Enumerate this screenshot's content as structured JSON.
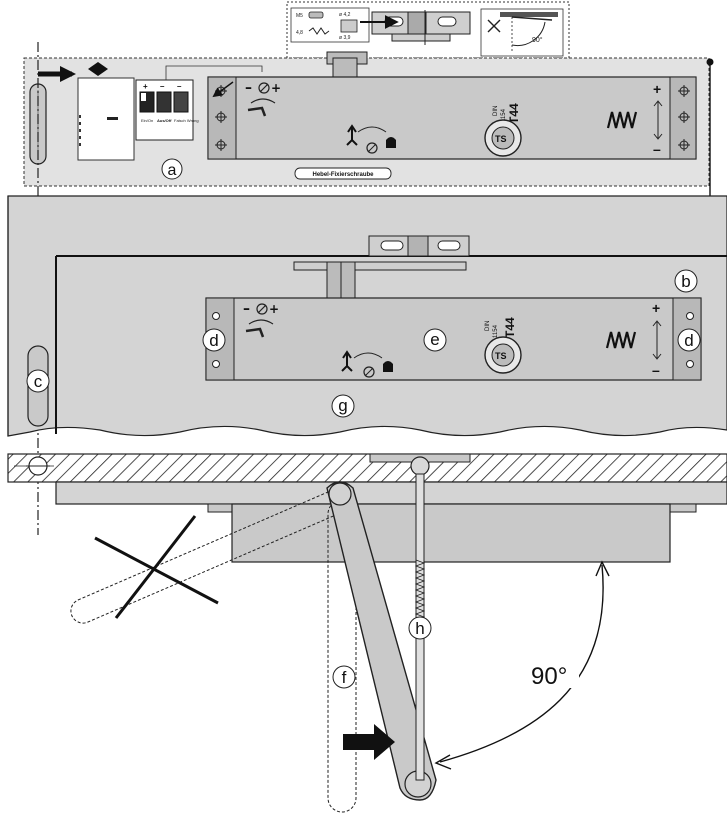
{
  "inset": {
    "screw_m5": "M5",
    "screw_48": "4,8",
    "dia_42": "ø 4,2",
    "dia_39": "ø 3,9",
    "angle": "90°"
  },
  "switches": {
    "plus": "+",
    "minus_a": "–",
    "minus_b": "–",
    "labels": [
      "Ein/On",
      "Aus/Off",
      "Falsch Wrong"
    ]
  },
  "closer": {
    "din_line1": "DIN",
    "din_line2": "EN 1154",
    "model": "T44",
    "dial_text": "TS",
    "plus": "+",
    "minus": "–",
    "screw_label": "Hebel-Fixierschraube"
  },
  "callouts": {
    "a": "a",
    "b": "b",
    "c": "c",
    "d": "d",
    "e": "e",
    "f": "f",
    "g": "g",
    "h": "h"
  },
  "bottom": {
    "angle_label": "90°"
  }
}
